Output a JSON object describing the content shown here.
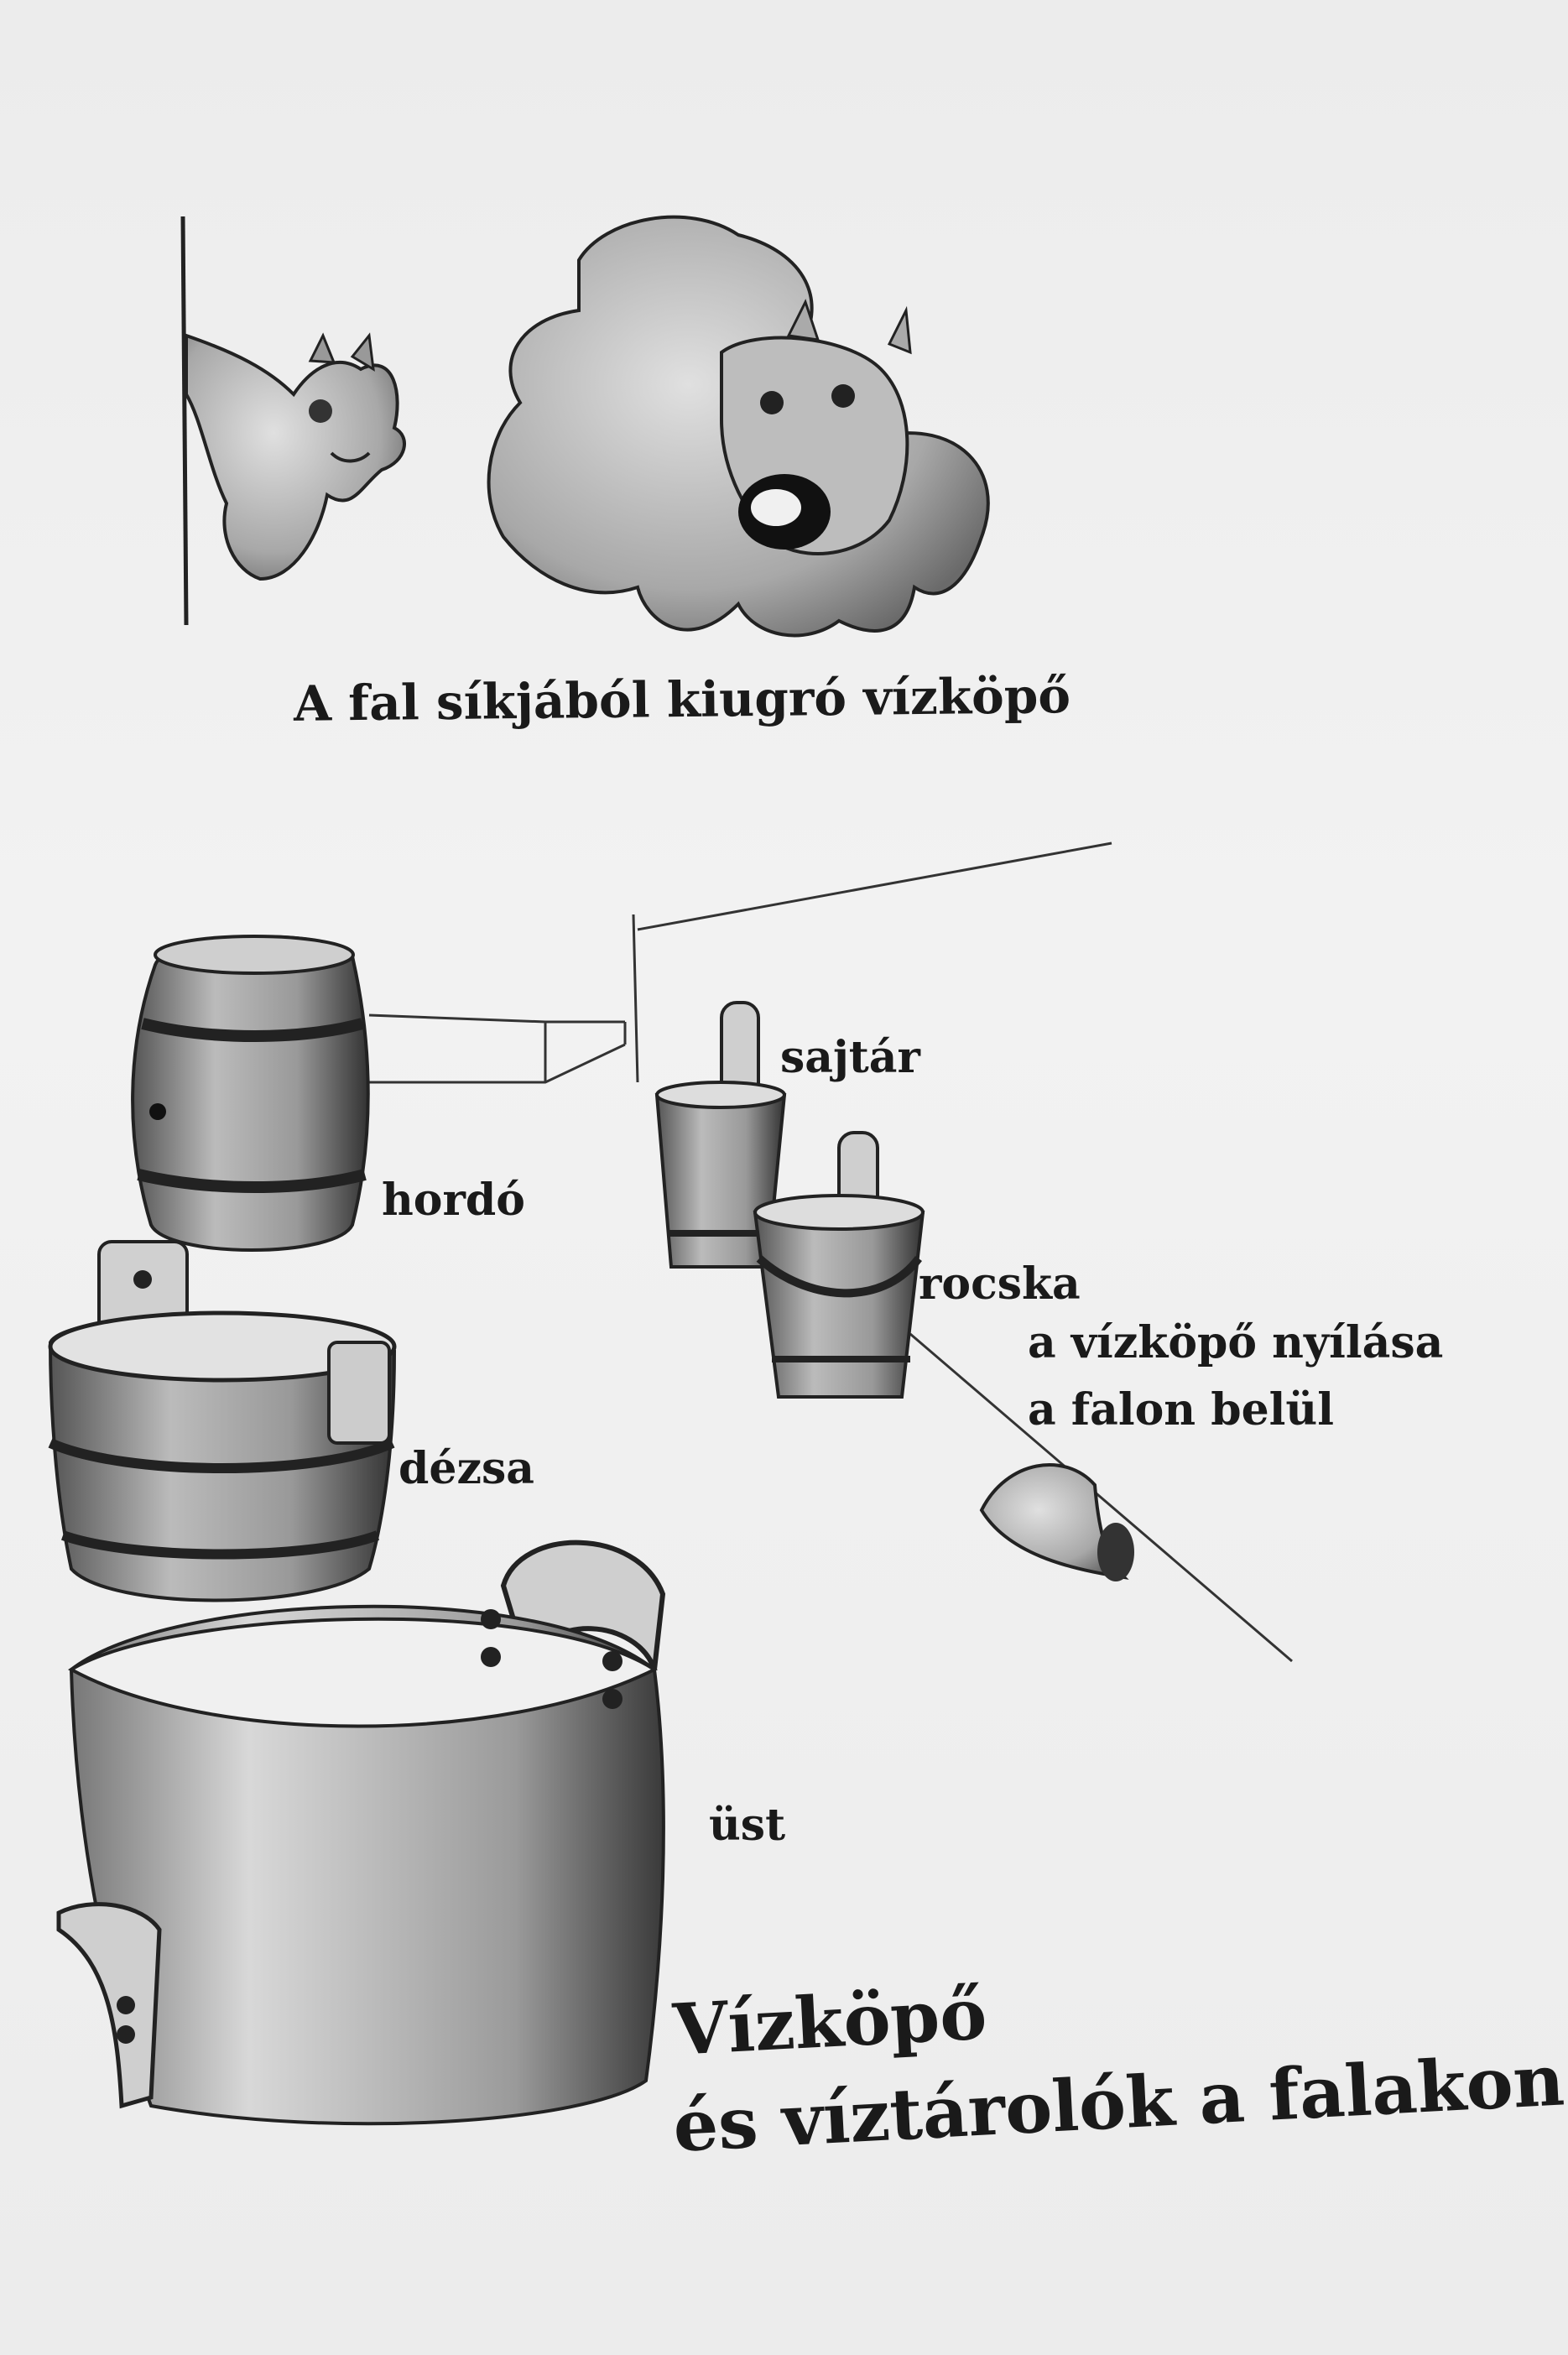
{
  "caption": "A fal síkjából kiugró vízköpő",
  "labels": {
    "sajtar": "sajtár",
    "hordo": "hordó",
    "rocska": "rocska",
    "nyilasa_line1": "a vízköpő nyílása",
    "nyilasa_line2": "a falon belül",
    "dezsa": "dézsa",
    "ust": "üst"
  },
  "title": {
    "line1": "Vízköpő",
    "line2": "és víztárolók a falakon"
  },
  "icons": [
    "gargoyle-side-icon",
    "gargoyle-front-icon",
    "barrel-icon",
    "pail-icon",
    "bucket-icon",
    "tub-icon",
    "cauldron-icon",
    "wall-opening-icon"
  ]
}
